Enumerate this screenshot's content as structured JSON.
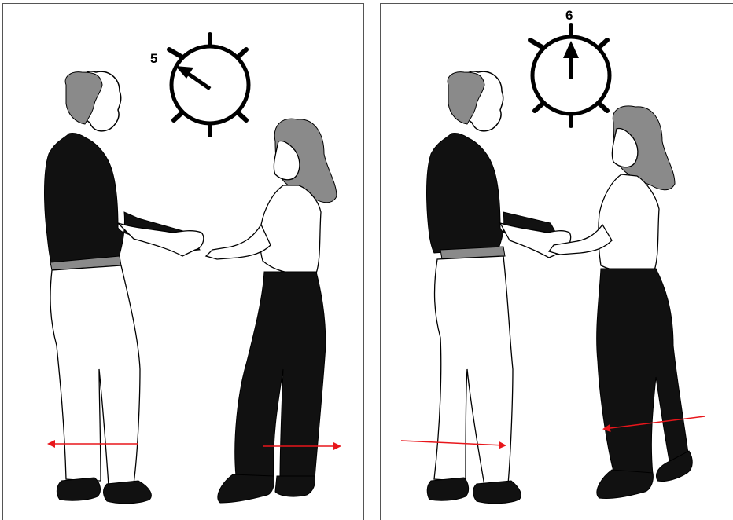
{
  "panels": [
    {
      "count_label": "5",
      "arrows": "feet-apart"
    },
    {
      "count_label": "6",
      "arrows": "feet-together"
    }
  ],
  "colors": {
    "arrow": "#e8161b",
    "hair": "#8a8a8a",
    "shirt_man": "#111111",
    "pants_woman": "#111111",
    "belt": "#8a8a8a"
  },
  "icons": [
    "clock-icon",
    "arrow-left-icon",
    "arrow-right-icon"
  ]
}
